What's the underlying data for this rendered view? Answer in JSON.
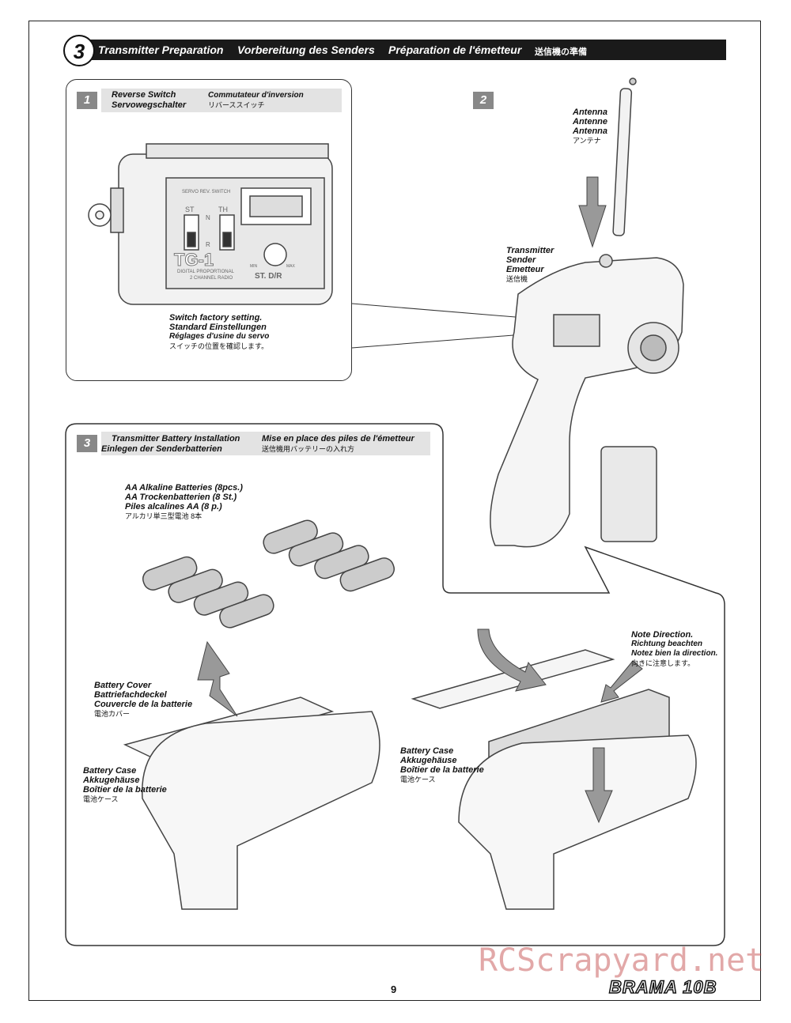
{
  "header": {
    "step": "3",
    "title_en": "Transmitter Preparation",
    "title_de": "Vorbereitung des Senders",
    "title_fr": "Préparation de l'émetteur",
    "title_jp": "送信機の準備"
  },
  "step1": {
    "badge": "1",
    "title_en": "Reverse Switch",
    "title_de": "Servowegschalter",
    "title_fr": "Commutateur d'inversion",
    "title_jp": "リバーススイッチ",
    "panel": {
      "servo_rev": "SERVO REV. SWITCH",
      "st": "ST",
      "th": "TH",
      "n": "N",
      "r": "R",
      "model": "TG-1",
      "line1": "DIGITAL PROPORTIONAL",
      "line2": "2 CHANNEL RADIO",
      "dr": "ST. D/R",
      "min": "MIN",
      "max": "MAX"
    },
    "note_en": "Switch factory setting.",
    "note_de": "Standard Einstellungen",
    "note_fr": "Réglages d'usine du servo",
    "note_jp": "スイッチの位置を確認します。"
  },
  "step2": {
    "badge": "2",
    "antenna_en": "Antenna",
    "antenna_de": "Antenne",
    "antenna_fr": "Antenna",
    "antenna_jp": "アンテナ",
    "tx_en": "Transmitter",
    "tx_de": "Sender",
    "tx_fr": "Emetteur",
    "tx_jp": "送信機"
  },
  "step3": {
    "badge": "3",
    "title_en": "Transmitter Battery Installation",
    "title_de": "Einlegen der Senderbatterien",
    "title_fr": "Mise en place des piles de l'émetteur",
    "title_jp": "送信機用バッテリーの入れ方",
    "batt_en": "AA Alkaline Batteries (8pcs.)",
    "batt_de": "AA Trockenbatterien (8 St.)",
    "batt_fr": "Piles alcalines AA (8 p.)",
    "batt_jp": "アルカリ単三型電池 8本",
    "cover_en": "Battery Cover",
    "cover_de": "Battriefachdeckel",
    "cover_fr": "Couvercle de la batterie",
    "cover_jp": "電池カバー",
    "case_en": "Battery Case",
    "case_de": "Akkugehäuse",
    "case_fr": "Boîtier de la batterie",
    "case_jp": "電池ケース",
    "case2_en": "Battery Case",
    "case2_de": "Akkugehäuse",
    "case2_fr": "Boîtier de la batterie",
    "case2_jp": "電池ケース",
    "dir_en": "Note Direction.",
    "dir_de": "Richtung beachten",
    "dir_fr": "Notez bien la direction.",
    "dir_jp": "向きに注意します。"
  },
  "footer": {
    "page": "9",
    "logo": "BRAMA 10B",
    "watermark": "RCScrapyard.net"
  }
}
